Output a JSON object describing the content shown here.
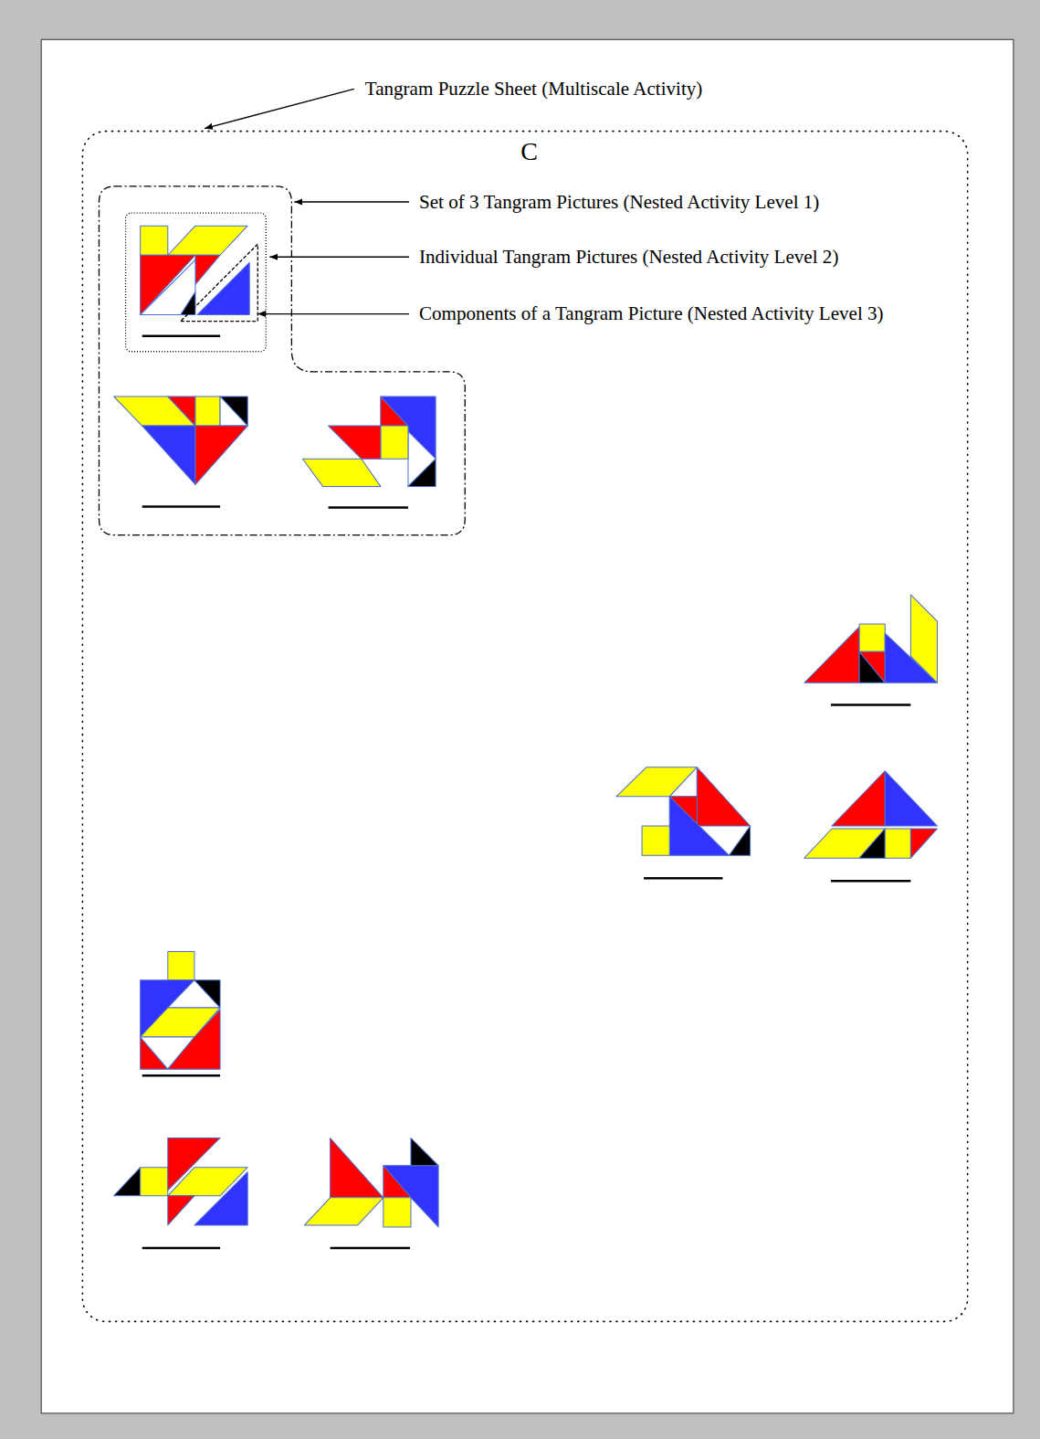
{
  "diagram": {
    "labels": [
      "Tangram Puzzle Sheet (Multiscale Activity)",
      "C",
      "Set of 3 Tangram Pictures (Nested Activity Level 1)",
      "Individual Tangram Pictures (Nested Activity Level 2)",
      "Components of a Tangram Picture (Nested Activity Level 3)"
    ]
  }
}
